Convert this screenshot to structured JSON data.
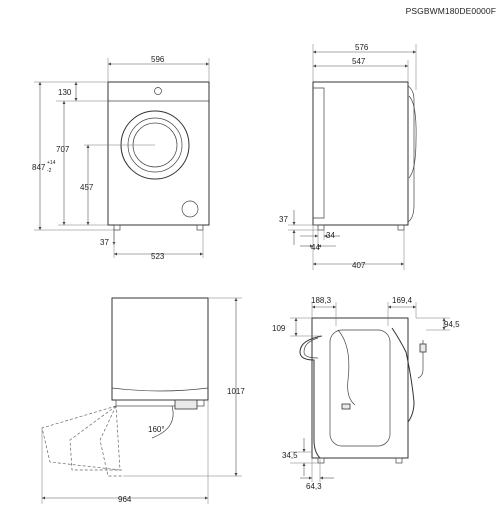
{
  "drawing": {
    "code": "PSGBWM180DE0000F"
  },
  "front_view": {
    "width": "596",
    "height_top": "130",
    "height_door": "707",
    "height_total_main": "847",
    "height_total_sup": "+14",
    "height_total_sub": "-2",
    "height_porthole": "457",
    "foot_height": "37",
    "foot_span": "523"
  },
  "side_view": {
    "depth_outer": "576",
    "depth_body": "547",
    "foot_height": "37",
    "foot_offset": "34",
    "foot_depth": "44",
    "foot_span": "407"
  },
  "door_view": {
    "total_height": "1017",
    "depth_door_open": "964",
    "door_angle": "160°"
  },
  "rear_view": {
    "inlet_offset": "188,3",
    "drain_offset": "169,4",
    "top_offset_left": "109",
    "top_offset_right": "94,5",
    "bottom_height": "34,5",
    "bottom_offset": "64,3"
  }
}
